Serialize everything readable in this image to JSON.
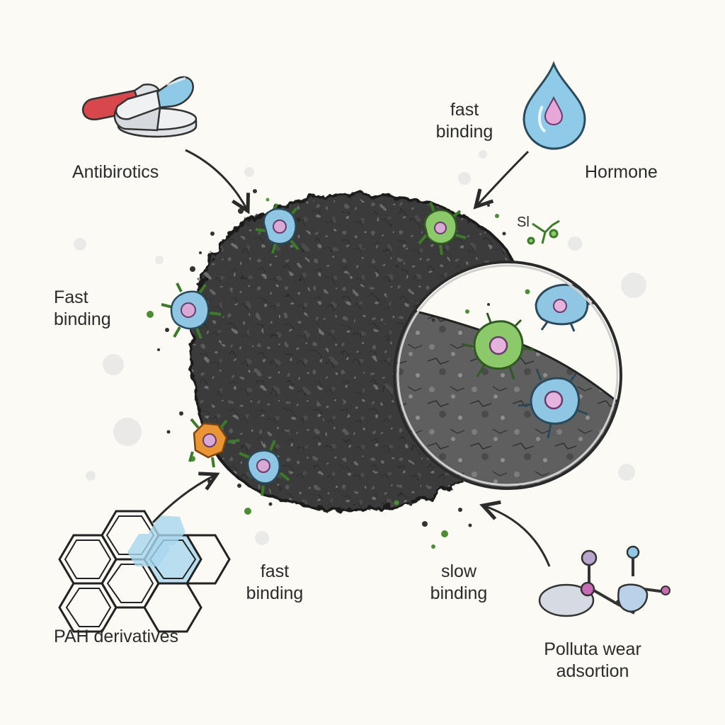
{
  "labels": {
    "antibiotics": "Antibirotics",
    "hormone": "Hormone",
    "fast_binding_top": [
      "fast",
      "binding"
    ],
    "fast_binding_left": [
      "Fast",
      "binding"
    ],
    "fast_binding_bottom": [
      "fast",
      "binding"
    ],
    "slow_binding": [
      "slow",
      "binding"
    ],
    "pah": "PAH derivatives",
    "pollutant": [
      "Polluta wear",
      "adsortion"
    ],
    "stray_mark": "Sl"
  },
  "icons": {
    "pills": "capsule-pills-icon",
    "drop": "hormone-drop-icon",
    "pah": "hexagon-ring-structure-icon",
    "molecule": "ball-stick-molecule-icon"
  },
  "colors": {
    "particle": "#3a3a3a",
    "cell_blue": "#8fc6e3",
    "cell_green": "#8cc96a",
    "cell_orange": "#e99535",
    "nucleus": "#d9a9d6",
    "capsule_red": "#d8474c",
    "capsule_blue": "#8fc9e8",
    "ink": "#2b2b2b"
  }
}
